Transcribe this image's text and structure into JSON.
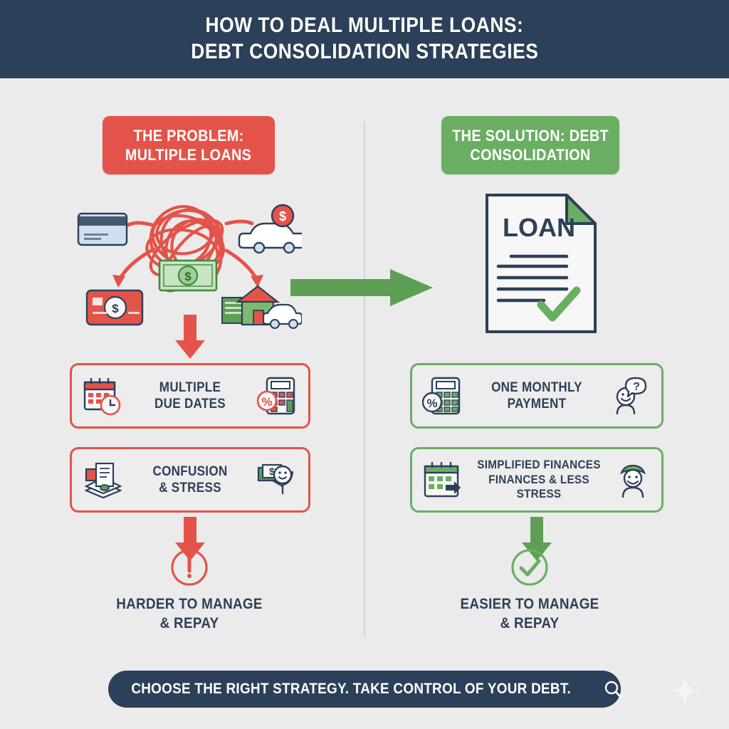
{
  "colors": {
    "header_bg": "#2d4059",
    "page_bg": "#ebebeb",
    "problem_red": "#e4534a",
    "solution_green": "#6aae62",
    "text_navy": "#2d4059",
    "divider": "#d2d5d7"
  },
  "header": {
    "title_line1": "How to Deal Multiple Loans:",
    "title_line2": "Debt Consolidation Strategies"
  },
  "problem": {
    "badge_line1": "The Problem:",
    "badge_line2": "Multiple Loans",
    "illustration": {
      "center_icon": "dollar-bill-icon",
      "tangle_icon": "tangled-scribble-icon",
      "items": [
        "credit-card-icon",
        "car-loan-icon",
        "red-card-icon",
        "house-and-car-icon"
      ]
    },
    "cards": [
      {
        "label_line1": "Multiple",
        "label_line2": "Due Dates",
        "left_icon": "calendar-clock-icon",
        "right_icon": "calculator-percent-icon"
      },
      {
        "label_line1": "Confusion",
        "label_line2": "& Stress",
        "left_icon": "paper-stack-icon",
        "right_icon": "person-holding-money-icon"
      }
    ],
    "outcome": {
      "icon": "exclamation-circle-icon",
      "line1": "Harder to Manage",
      "line2": "& Repay"
    }
  },
  "solution": {
    "badge_line1": "The Solution: Debt",
    "badge_line2": "Consolidation",
    "illustration": {
      "document_label": "LOAN",
      "document_icon": "loan-document-icon",
      "check_icon": "green-check-icon",
      "text_line_count": 5
    },
    "cards": [
      {
        "label_line1": "One Monthly",
        "label_line2": "Payment",
        "left_icon": "calculator-percent-green-icon",
        "right_icon": "person-question-bubble-icon"
      },
      {
        "label_line1": "Simplified Finances",
        "label_line2": "Finances & Less Stress",
        "left_icon": "calendar-arrow-icon",
        "right_icon": "happy-person-icon"
      }
    ],
    "outcome": {
      "icon": "check-circle-icon",
      "line1": "Easier to Manage",
      "line2": "& Repay"
    }
  },
  "connector": {
    "icon": "green-right-arrow-icon"
  },
  "footer": {
    "text": "Choose the Right Strategy. Take Control of Your Debt.",
    "icon": "search-icon",
    "sparkle_icon": "sparkle-icon"
  }
}
